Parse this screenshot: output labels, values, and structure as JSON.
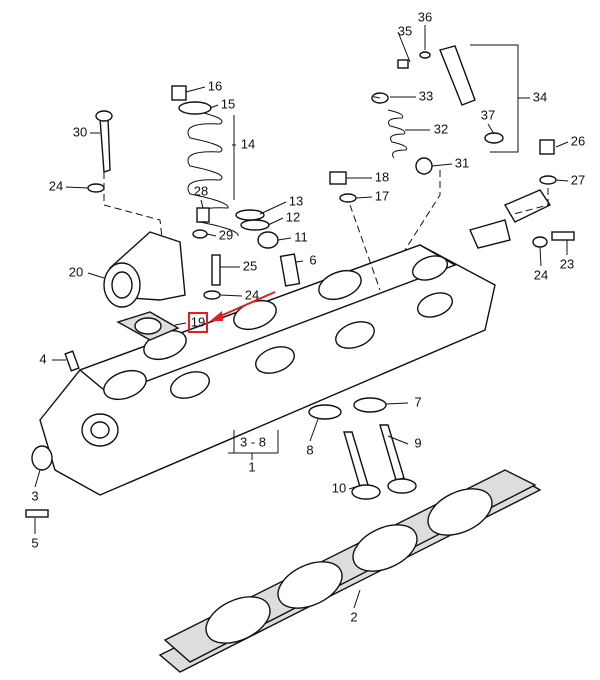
{
  "diagram": {
    "title": "Cylinder head exploded parts diagram",
    "highlight_color": "#e02020",
    "highlighted_part": "19",
    "labels": [
      "36",
      "35",
      "34",
      "33",
      "32",
      "37",
      "26",
      "31",
      "27",
      "16",
      "15",
      "14",
      "30",
      "13",
      "12",
      "28",
      "29",
      "11",
      "18",
      "17",
      "24",
      "20",
      "25",
      "6",
      "24",
      "23",
      "24",
      "19",
      "4",
      "7",
      "8",
      "9",
      "3 - 8",
      "1",
      "3",
      "10",
      "5",
      "2"
    ]
  }
}
